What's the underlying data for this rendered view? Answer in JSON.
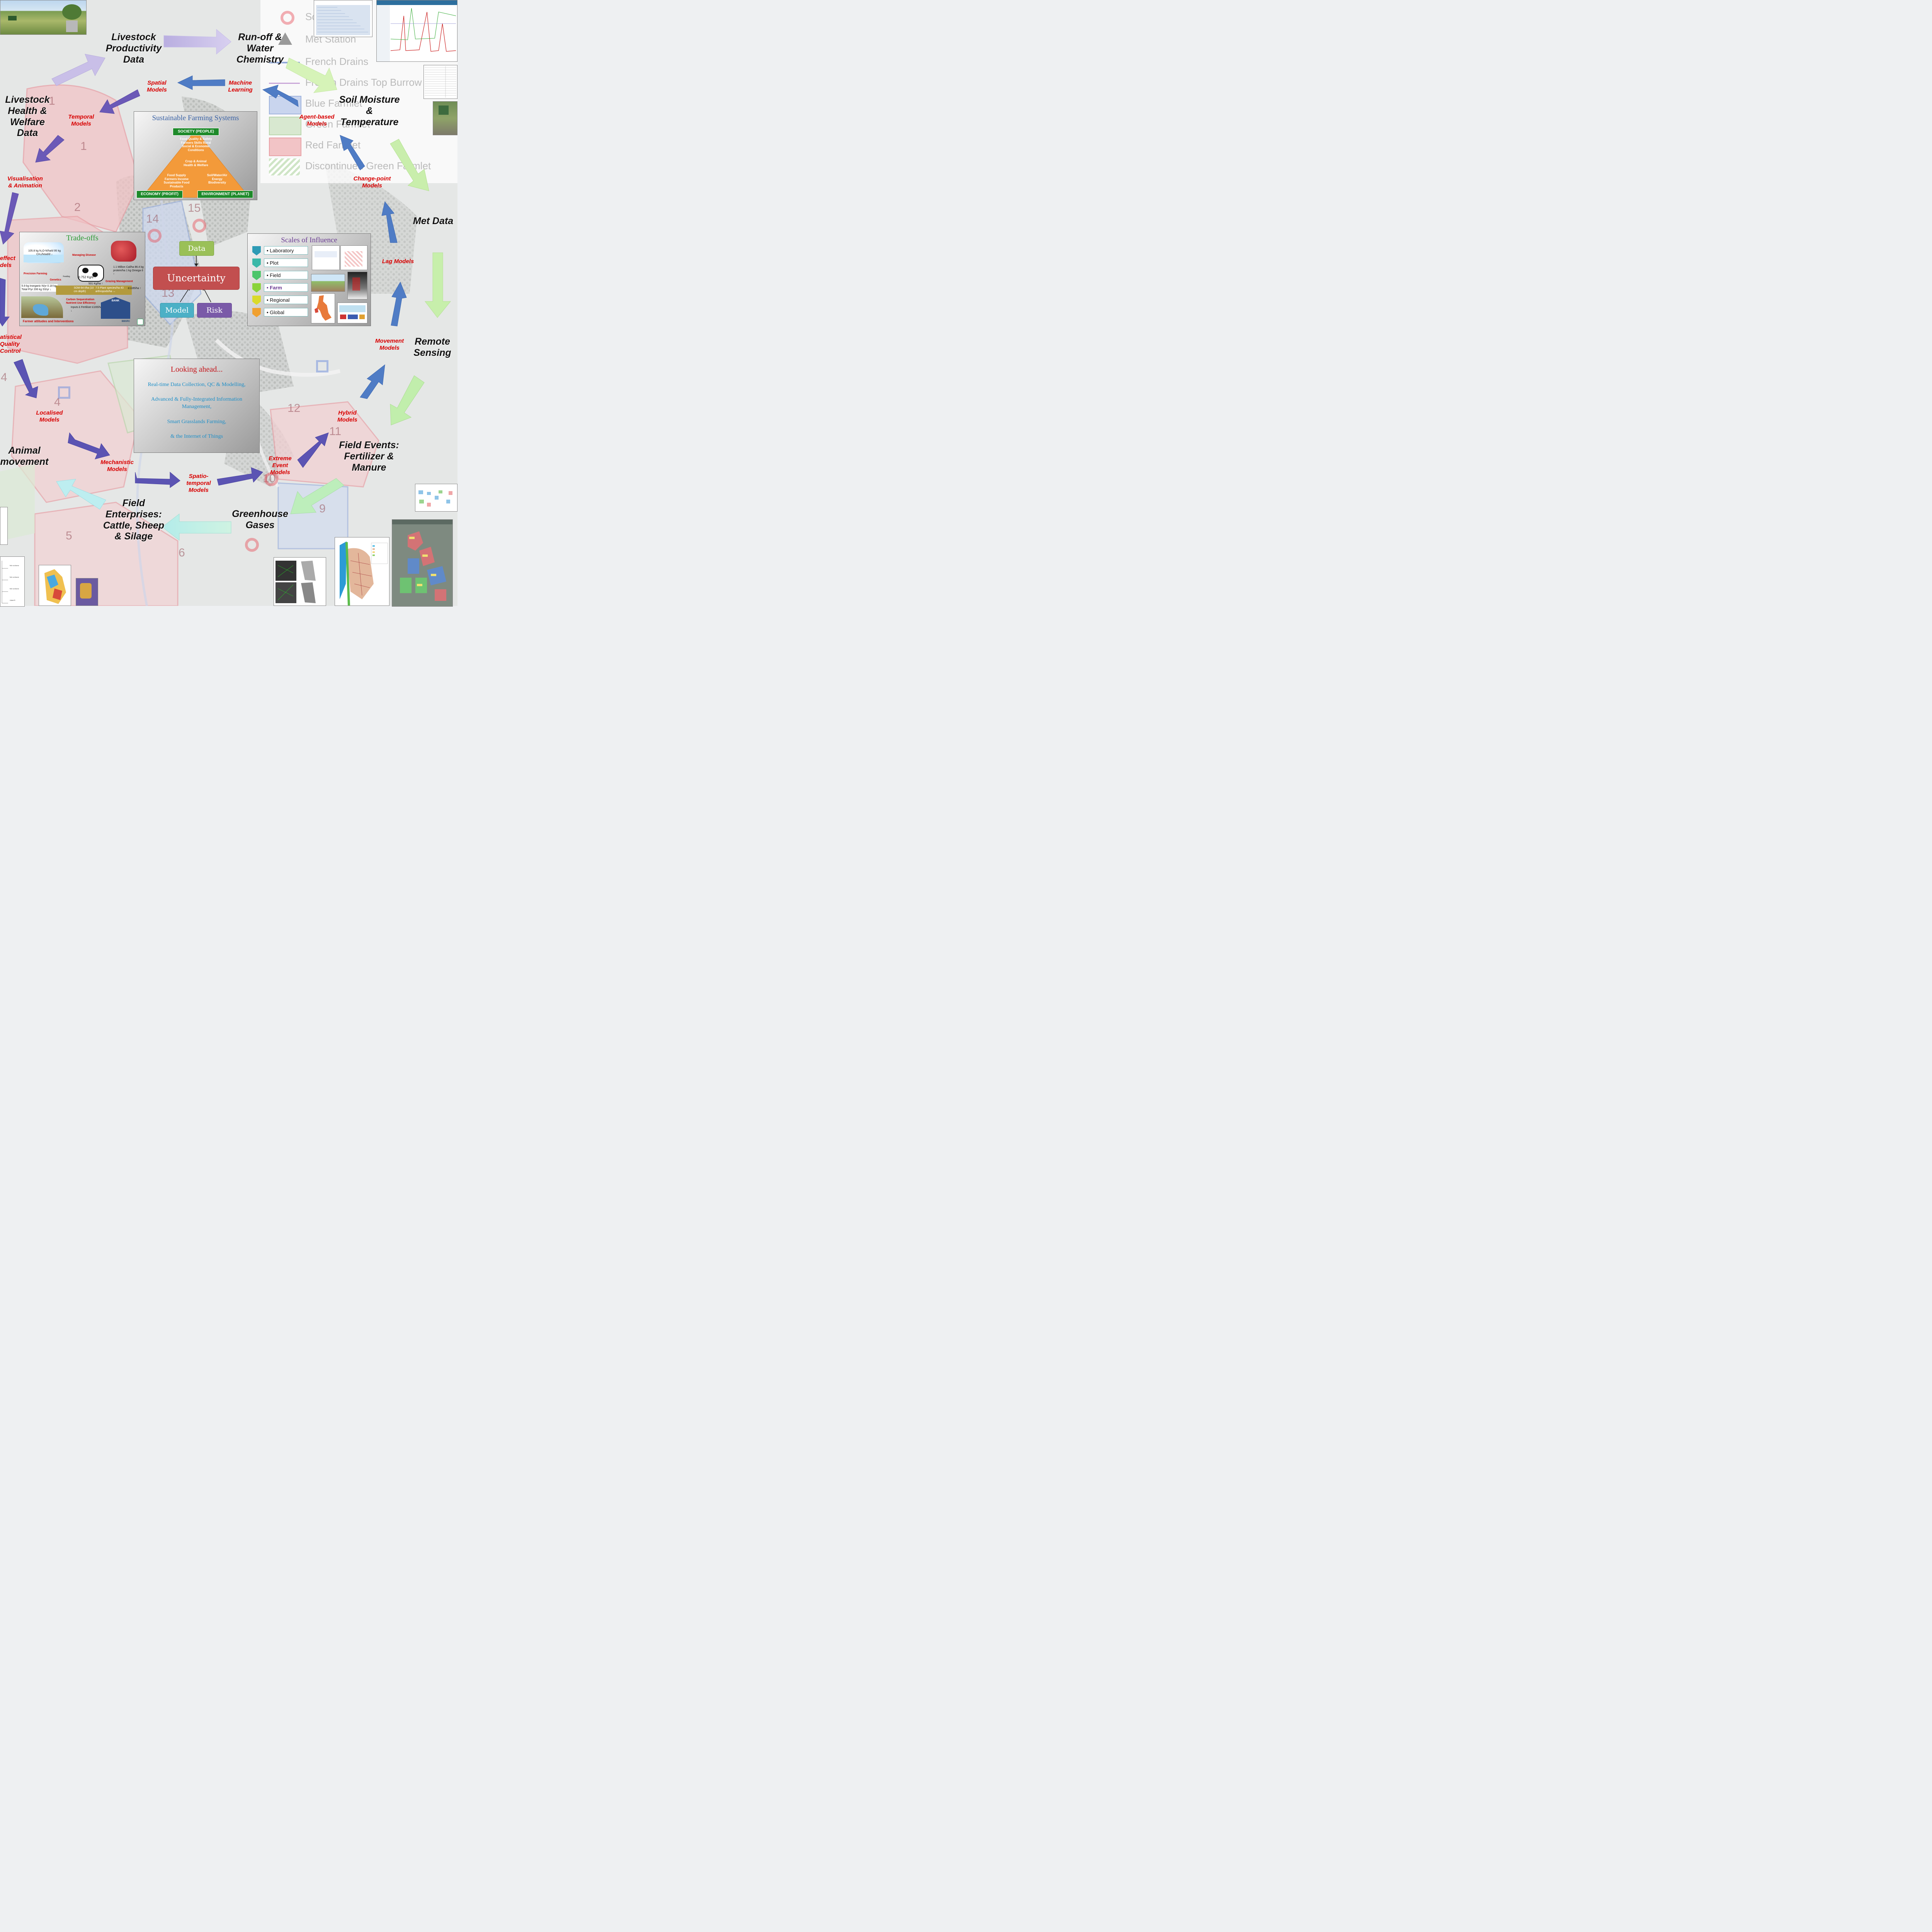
{
  "legend": {
    "items": [
      "So...",
      "Met Station",
      "French Drains",
      "French Drains Top Burrow",
      "Blue Farmlet",
      "Green Farmlet",
      "Red Farmlet",
      "Discontinued Green Farmlet"
    ]
  },
  "nodes": {
    "livestock_productivity": "Livestock Productivity Data",
    "runoff": "Run-off & Water Chemistry",
    "soil_moisture": "Soil Moisture & Temperature",
    "met_data": "Met Data",
    "remote_sensing": "Remote Sensing",
    "field_events": "Field Events: Fertilizer & Manure",
    "greenhouse": "Greenhouse Gases",
    "field_enterprises": "Field Enterprises: Cattle, Sheep & Silage",
    "animal_movement": "Animal movement",
    "livestock_health": "Livestock Health & Welfare Data",
    "effect_models": "effect dels",
    "statistical_qc": "atistical Quality Control"
  },
  "models": {
    "spatial": "Spatial Models",
    "machine_learning": "Machine Learning",
    "temporal": "Temporal Models",
    "agent_based": "Agent-based Models",
    "visualisation": "Visualisation & Animation",
    "change_point": "Change-point Models",
    "lag": "Lag Models",
    "movement": "Movement Models",
    "hybrid": "Hybrid Models",
    "localised": "Localised Models",
    "mechanistic": "Mechanistic Models",
    "spatio_temporal": "Spatio-temporal Models",
    "extreme_event": "Extreme Event Models"
  },
  "sustainable": {
    "title": "Sustainable Farming Systems",
    "society": "SOCIETY (PEOPLE)",
    "economy": "ECONOMY (PROFIT)",
    "environment": "ENVIRONMENT (PLANET)",
    "top_text": "Food Quality & Safety Farmers Skills Rural Social & Economic Conditions",
    "mid_text": "Crop & Animal Health & Welfare",
    "left_text": "Food Supply Farmers Income Sustainable Food Products",
    "right_text": "Soil/Water/Air Energy Biodiversity"
  },
  "uncertainty": {
    "data": "Data",
    "center": "Uncertainty",
    "model": "Model",
    "risk": "Risk"
  },
  "tradeoffs": {
    "title": "Trade-offs",
    "cloud": "105.8 kg N₂O-N/ha/d 95 kg CH₄/head/d ↓",
    "managing_disease": "Managing Disease",
    "meat": "1.1 Million Cal/ha 86.4 kg protein/ha 1 kg Omega-3 ↑",
    "precision_farming": "Precision Farming",
    "genetics": "Genetics",
    "feeding": "Feeding",
    "growth": "0.752 Kg/d ↑",
    "grazing": "Grazing Management",
    "water": "5.9 kg Inorganic N/yr 0.18 kg Total P/yr 206 kg SS/yr ↓",
    "som": "SOM 64 t/ha (10 cm depth)",
    "knha": "501 Kg/ha ↑",
    "plants": "7.5 Plant species/ha 43 arthropods/ha ↔",
    "money": "£1185/ha ↑",
    "carbon": "Carbon Sequestration Nutrient Use Efficiency",
    "inputs": "Inputs £ Fertiliser £165/ha ↓",
    "bank": "BANK",
    "footer": "Farmer attitudes and Interventions",
    "logo": "BBSRC"
  },
  "scales": {
    "title": "Scales of Influence",
    "items": [
      "• Laboratory",
      "• Plot",
      "• Field",
      "• Farm",
      "• Regional",
      "• Global"
    ],
    "colors": [
      "#2e9bb5",
      "#3bb8a8",
      "#4cc56a",
      "#8ad33a",
      "#dada2a",
      "#f0a030"
    ]
  },
  "looking_ahead": {
    "title": "Looking ahead...",
    "lines": [
      "Real-time Data Collection, QC & Modelling,",
      "Advanced & Fully-Integrated  Information Management,",
      "Smart Grasslands Farming,",
      "& the Internet of Things"
    ]
  },
  "map_numbers": [
    "1",
    "1",
    "2",
    "14",
    "15",
    "13",
    "4",
    "4",
    "12",
    "11",
    "10",
    "9",
    "5",
    "6"
  ]
}
